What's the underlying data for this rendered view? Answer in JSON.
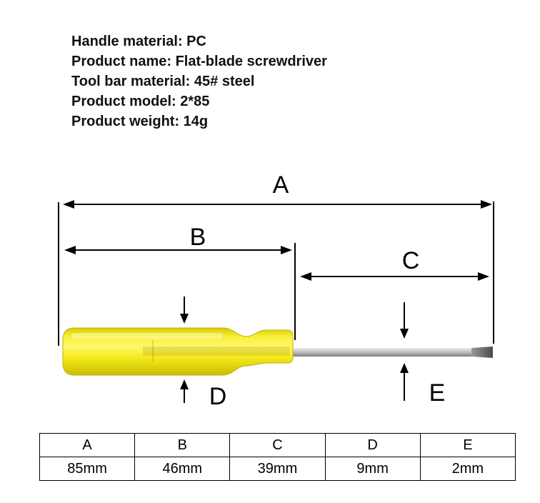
{
  "specs": [
    {
      "label": "Handle material:",
      "value": "PC"
    },
    {
      "label": "Product name:",
      "value": "Flat-blade screwdriver"
    },
    {
      "label": "Tool bar material:",
      "value": "45# steel"
    },
    {
      "label": "Product model:",
      "value": "2*85"
    },
    {
      "label": "Product weight:",
      "value": "14g"
    }
  ],
  "diagram": {
    "labels": [
      "A",
      "B",
      "C",
      "D",
      "E"
    ]
  },
  "table": {
    "headers": [
      "A",
      "B",
      "C",
      "D",
      "E"
    ],
    "values": [
      "85mm",
      "46mm",
      "39mm",
      "9mm",
      "2mm"
    ]
  },
  "colors": {
    "handle": "#f5eb1e",
    "shaft": "#c4c4c4"
  }
}
